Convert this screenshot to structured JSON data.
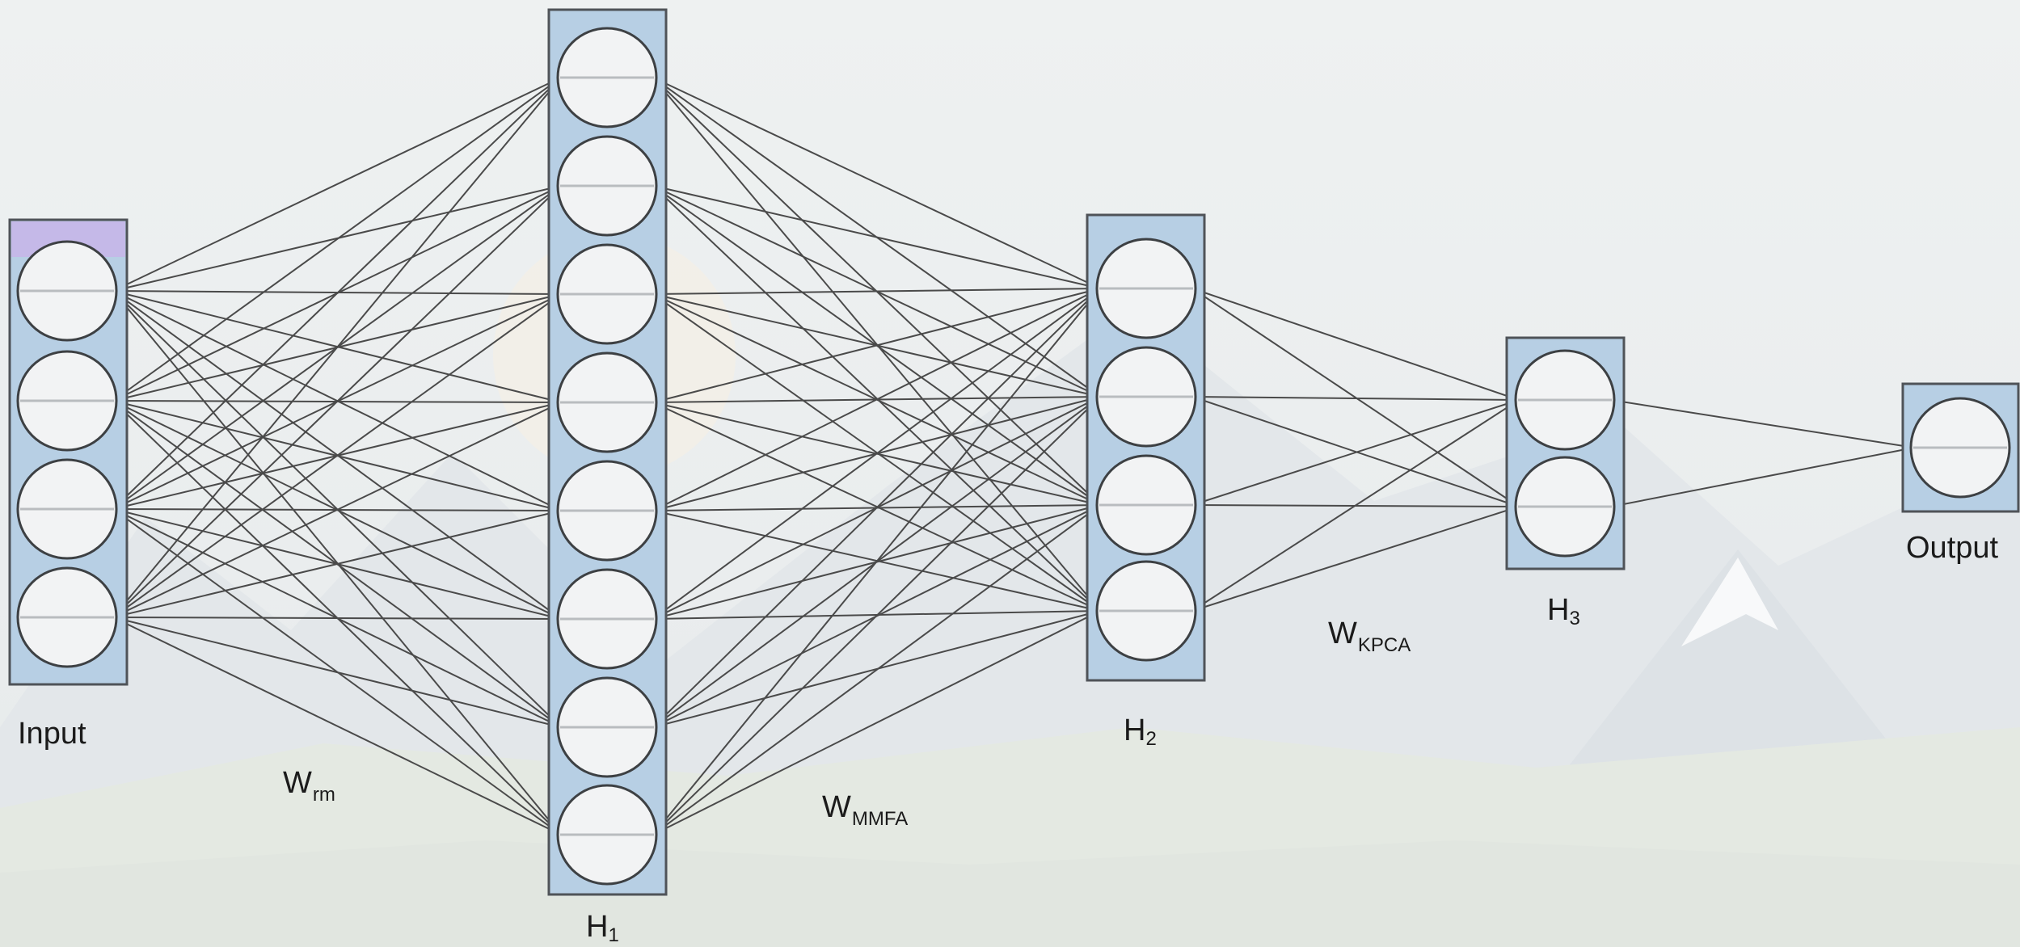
{
  "layers": [
    {
      "label": "Input",
      "sub": "",
      "neurons": 4
    },
    {
      "label": "H",
      "sub": "1",
      "neurons": 8
    },
    {
      "label": "H",
      "sub": "2",
      "neurons": 4
    },
    {
      "label": "H",
      "sub": "3",
      "neurons": 2
    },
    {
      "label": "Output",
      "sub": "",
      "neurons": 1
    }
  ],
  "weights": [
    {
      "label": "W",
      "sub": "rm"
    },
    {
      "label": "W",
      "sub": "MMFA"
    },
    {
      "label": "W",
      "sub": "KPCA"
    }
  ],
  "colors": {
    "layer_fill": "#b7cfe4",
    "neuron_fill": "#f2f3f4",
    "connection": "#4a4a4a",
    "input_accent": "#c6b6e8"
  }
}
